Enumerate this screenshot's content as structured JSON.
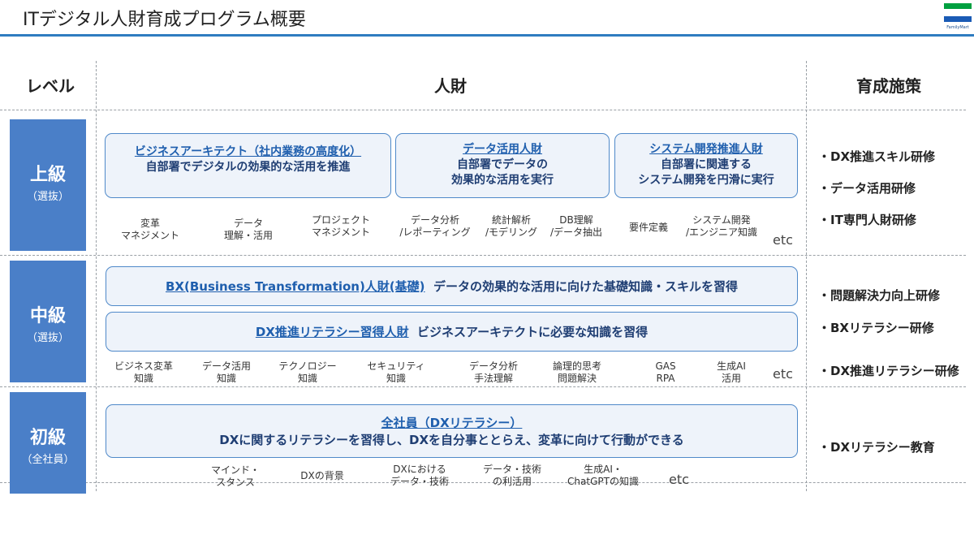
{
  "title": "ITデジタル人財育成プログラム概要",
  "logo": {
    "text": "FamilyMart",
    "colors": [
      "#00a040",
      "#1a5bb5"
    ]
  },
  "headers": {
    "level": "レベル",
    "talent": "人財",
    "measures": "育成施策"
  },
  "advanced": {
    "level_name": "上級",
    "level_sub": "（選抜）",
    "boxes": [
      {
        "title": "ビジネスアーキテクト（社内業務の高度化）",
        "desc1": "自部署でデジタルの効果的な活用を推進",
        "desc2": ""
      },
      {
        "title": "データ活用人財",
        "desc1": "自部署でデータの",
        "desc2": "効果的な活用を実行"
      },
      {
        "title": "システム開発推進人財",
        "desc1": "自部署に関連する",
        "desc2": "システム開発を円滑に実行"
      }
    ],
    "skills": [
      {
        "l1": "変革",
        "l2": "マネジメント"
      },
      {
        "l1": "データ",
        "l2": "理解・活用"
      },
      {
        "l1": "プロジェクト",
        "l2": "マネジメント"
      },
      {
        "l1": "データ分析",
        "l2": "/レポーティング"
      },
      {
        "l1": "統計解析",
        "l2": "/モデリング"
      },
      {
        "l1": "DB理解",
        "l2": "/データ抽出"
      },
      {
        "l1": "要件定義",
        "l2": ""
      },
      {
        "l1": "システム開発",
        "l2": "/エンジニア知識"
      }
    ],
    "etc": "etc",
    "measures": [
      "・DX推進スキル研修",
      "・データ活用研修",
      "・IT専門人財研修"
    ]
  },
  "intermediate": {
    "level_name": "中級",
    "level_sub": "（選抜）",
    "boxes": [
      {
        "title": "BX(Business Transformation)人財(基礎)",
        "desc": "データの効果的な活用に向けた基礎知識・スキルを習得"
      },
      {
        "title": "DX推進リテラシー習得人財",
        "desc": "ビジネスアーキテクトに必要な知識を習得"
      }
    ],
    "skills": [
      {
        "l1": "ビジネス変革",
        "l2": "知識"
      },
      {
        "l1": "データ活用",
        "l2": "知識"
      },
      {
        "l1": "テクノロジー",
        "l2": "知識"
      },
      {
        "l1": "セキュリティ",
        "l2": "知識"
      },
      {
        "l1": "データ分析",
        "l2": "手法理解"
      },
      {
        "l1": "論理的思考",
        "l2": "問題解決"
      },
      {
        "l1": "GAS",
        "l2": "RPA"
      },
      {
        "l1": "生成AI",
        "l2": "活用"
      }
    ],
    "etc": "etc",
    "measures": [
      "・問題解決力向上研修",
      "・BXリテラシー研修",
      "・DX推進リテラシー研修"
    ]
  },
  "beginner": {
    "level_name": "初級",
    "level_sub": "（全社員）",
    "box": {
      "title": "全社員（DXリテラシー）",
      "desc": "DXに関するリテラシーを習得し、DXを自分事ととらえ、変革に向けて行動ができる"
    },
    "skills": [
      {
        "l1": "マインド・",
        "l2": "スタンス"
      },
      {
        "l1": "DXの背景",
        "l2": ""
      },
      {
        "l1": "DXにおける",
        "l2": "データ・技術"
      },
      {
        "l1": "データ・技術",
        "l2": "の利活用"
      },
      {
        "l1": "生成AI・",
        "l2": "ChatGPTの知識"
      }
    ],
    "etc": "etc",
    "measures": [
      "・DXリテラシー教育"
    ]
  }
}
